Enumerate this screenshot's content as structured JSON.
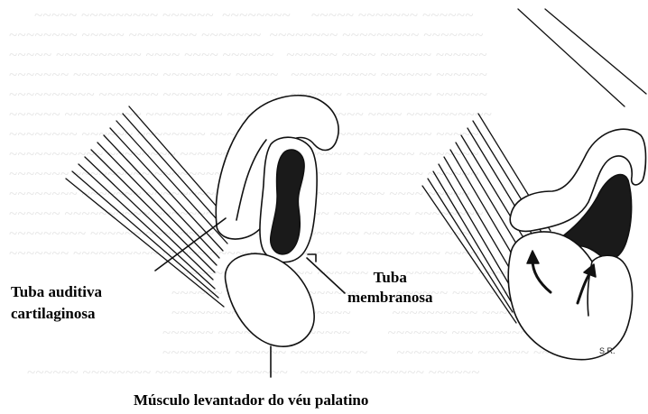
{
  "labels": {
    "tuba_auditiva_line1": "Tuba auditiva",
    "tuba_auditiva_line2": "cartilaginosa",
    "tuba_membranosa_line1": "Tuba",
    "tuba_membranosa_line2": "membranosa",
    "musculo": "Músculo levantador do véu palatino"
  },
  "signature": "S.R.",
  "colors": {
    "ink": "#111111",
    "lumen": "#1a1a1a",
    "background": "#ffffff",
    "bleed_through_text": "#e6e6e6"
  }
}
